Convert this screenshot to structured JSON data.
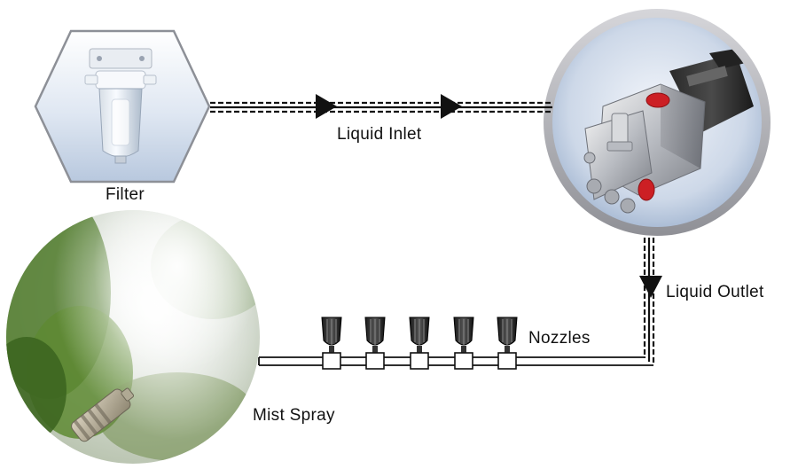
{
  "diagram": {
    "title": "",
    "labels": {
      "filter": "Filter",
      "liquid_inlet": "Liquid Inlet",
      "liquid_outlet": "Liquid Outlet",
      "nozzles": "Nozzles",
      "mist_spray": "Mist Spray"
    },
    "components": [
      "filter",
      "pump",
      "nozzles",
      "mist-spray"
    ],
    "nozzle_count": 5,
    "colors": {
      "line": "#111111",
      "frame_ring": "#b4b4b8",
      "pump_red": "#cc1f24",
      "foliage": "#4f7a2a",
      "sky": "#e8eef6"
    }
  }
}
